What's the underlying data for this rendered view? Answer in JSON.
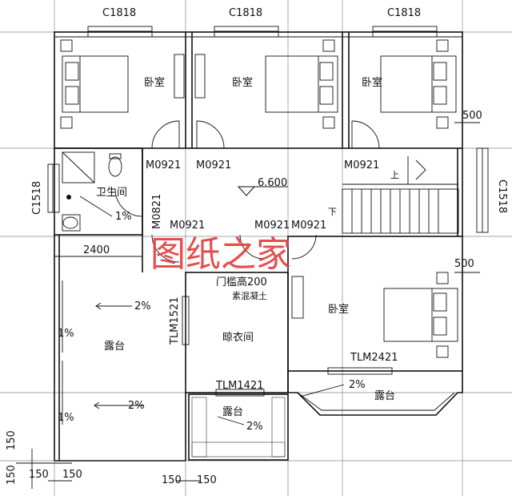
{
  "plan": {
    "watermark": "图纸之家",
    "elevation": "6.600",
    "rooms": {
      "bedroom": "卧室",
      "bathroom": "卫生间",
      "terrace": "露台",
      "drying_room": "晾衣间"
    },
    "windows": {
      "top_1": "C1818",
      "top_2": "C1818",
      "top_3": "C1818",
      "left": "C1518",
      "right": "C1518"
    },
    "doors": {
      "d1": "M0921",
      "d2": "M0921",
      "d3": "M0921",
      "d4": "M0921",
      "d5": "M0921",
      "d6": "M0921",
      "d7": "M0821",
      "tlm_1521": "TLM1521",
      "tlm_2421": "TLM2421",
      "tlm_1421": "TLM1421"
    },
    "notes": {
      "threshold": "门槛高200",
      "concrete": "素混凝土",
      "stair_up": "上",
      "stair_down": "下"
    },
    "slopes": {
      "s1": "1%",
      "s2": "2%",
      "s3": "1%",
      "s4": "1%",
      "s5": "2%",
      "s6": "2%",
      "s7": "2%"
    },
    "dimensions": {
      "d2400": "2400",
      "d500a": "500",
      "d500b": "500",
      "d150a": "150",
      "d150b": "150",
      "d150c": "150",
      "d150d": "150",
      "d150e": "150",
      "d150f": "150"
    }
  }
}
